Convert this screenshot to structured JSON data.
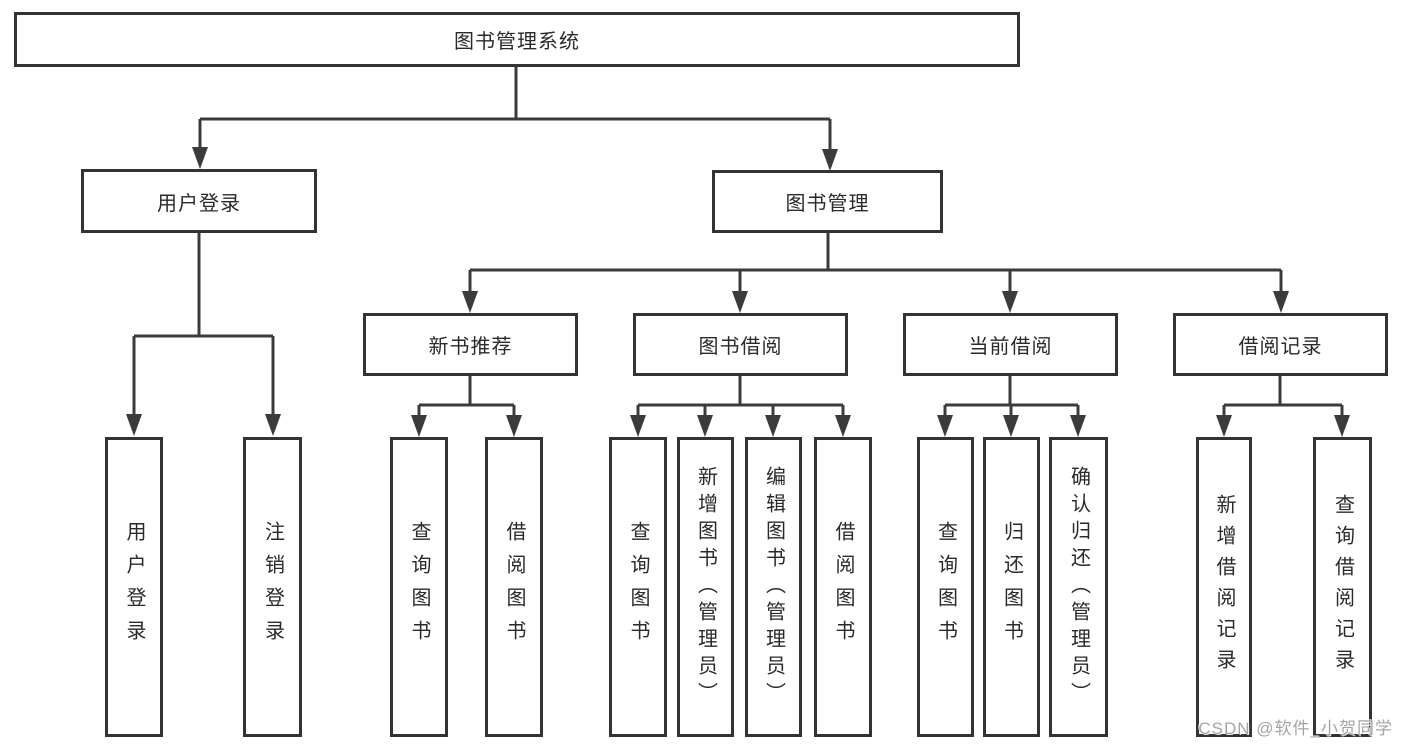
{
  "diagram": {
    "type": "org-tree",
    "background_color": "#ffffff",
    "line_color": "#3b3b3b",
    "box_border_color": "#333333",
    "text_color": "#2a2a2a",
    "watermark": {
      "text": "CSDN @软件_小贺同学",
      "color": "#a5a5a5"
    },
    "tree": {
      "label": "图书管理系统",
      "children": [
        {
          "label": "用户登录",
          "children": [
            {
              "label": "用户登录"
            },
            {
              "label": "注销登录"
            }
          ]
        },
        {
          "label": "图书管理",
          "children": [
            {
              "label": "新书推荐",
              "children": [
                {
                  "label": "查询图书"
                },
                {
                  "label": "借阅图书"
                }
              ]
            },
            {
              "label": "图书借阅",
              "children": [
                {
                  "label": "查询图书"
                },
                {
                  "label": "新增图书（管理员）"
                },
                {
                  "label": "编辑图书（管理员）"
                },
                {
                  "label": "借阅图书"
                }
              ]
            },
            {
              "label": "当前借阅",
              "children": [
                {
                  "label": "查询图书"
                },
                {
                  "label": "归还图书"
                },
                {
                  "label": "确认归还（管理员）"
                }
              ]
            },
            {
              "label": "借阅记录",
              "children": [
                {
                  "label": "新增借阅记录"
                },
                {
                  "label": "查询借阅记录"
                }
              ]
            }
          ]
        }
      ]
    }
  }
}
